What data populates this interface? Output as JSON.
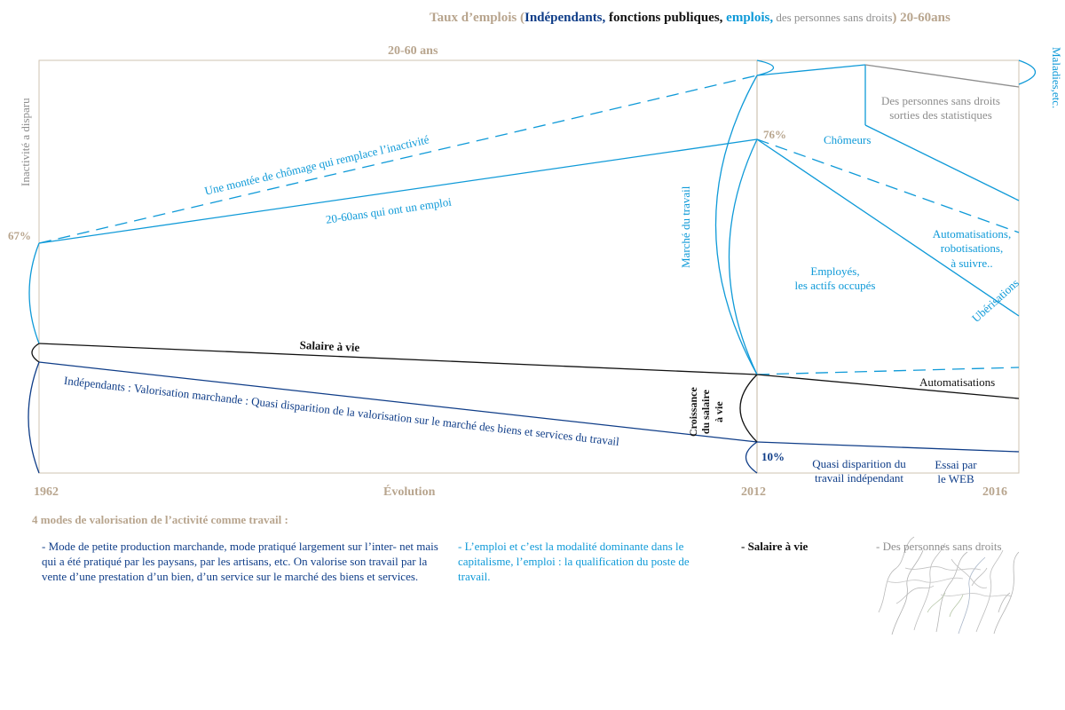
{
  "header": {
    "title_prefix": "Taux d’emplois (",
    "title_independants": "Indépendants,",
    "title_fonctions": " fonctions publiques,",
    "title_emplois": " emplois,",
    "title_sans_droits": " des personnes sans droits",
    "title_suffix": ") 20-60ans"
  },
  "frame": {
    "top_label": "20-60 ans"
  },
  "axis": {
    "year_1962": "1962",
    "year_2012": "2012",
    "year_2016": "2016",
    "center_label": "Évolution"
  },
  "values": {
    "pct_67": "67%",
    "pct_76": "76%",
    "pct_10": "10%"
  },
  "labels": {
    "inactivite": "Inactivité a disparu",
    "chomage_montee": "Une montée de chômage qui remplace l’inactivité",
    "emploi_2060": "20-60ans qui ont un emploi",
    "marche_travail": "Marché du travail",
    "salaire_vie": "Salaire à vie",
    "independants_line": "Indépendants : Valorisation marchande : Quasi disparition de la valorisation sur le marché des biens et services du travail",
    "croissance_1": "Croissance",
    "croissance_2": "du salaire",
    "croissance_3": "à vie",
    "sans_droits_1": "Des personnes sans droits",
    "sans_droits_2": "sorties des statistiques",
    "maladies": "Maladies,etc.",
    "chomeurs": "Chômeurs",
    "automatisations_1": "Automatisations,",
    "automatisations_2": "robotisations,",
    "automatisations_3": "à suivre..",
    "uberisations": "Ubérisations",
    "employes_1": "Employés,",
    "employes_2": "les actifs occupés",
    "automatisations_bottom": "Automatisations",
    "quasi_1": "Quasi disparition du",
    "quasi_2": "travail indépendant",
    "essai_1": "Essai par",
    "essai_2": "le WEB"
  },
  "legend": {
    "title": "4 modes de valorisation de l’activité comme travail :",
    "mode_independant": "- Mode de petite production marchande, mode pratiqué largement sur l’inter- net mais qui a été pratiqué par les paysans, par les artisans, etc. On valorise son travail par la vente d’une prestation d’un bien, d’un service sur le marché des biens et services.",
    "mode_emploi": "- L’emploi et c’est la modalité dominante dans le capitalisme, l’emploi : la qualification du poste de travail.",
    "mode_salaire": "- Salaire à vie",
    "mode_sans_droits": "- Des personnes sans droits"
  },
  "colors": {
    "tan": "#b8a58e",
    "blue": "#0f9ad8",
    "navy": "#0f3d88",
    "grey": "#8e8e8e",
    "black": "#111111"
  }
}
